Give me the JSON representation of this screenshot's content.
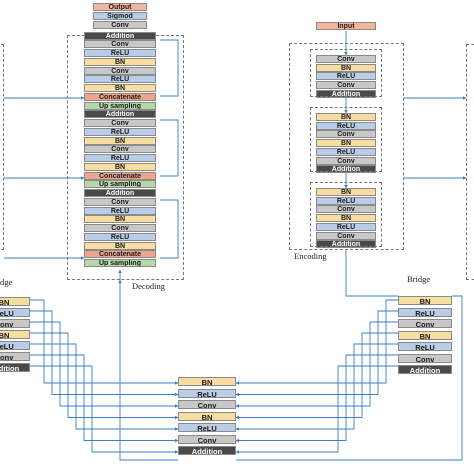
{
  "decoding": {
    "label": "Decoding",
    "stack": [
      "Output",
      "Sigmod",
      "Conv",
      "Addition",
      "Conv",
      "ReLU",
      "BN",
      "Conv",
      "ReLU",
      "BN",
      "Concatenate",
      "Up sampling",
      "Addition",
      "Conv",
      "ReLU",
      "BN",
      "Conv",
      "ReLU",
      "BN",
      "Concatenate",
      "Up sampling",
      "Addition",
      "Conv",
      "ReLU",
      "BN",
      "Conv",
      "ReLU",
      "BN",
      "Concatenate",
      "Up sampling"
    ]
  },
  "encoding": {
    "label": "Encoding",
    "input": "Input",
    "blocks": [
      [
        "Conv",
        "BN",
        "ReLU",
        "Conv",
        "Addition"
      ],
      [
        "BN",
        "ReLU",
        "Conv",
        "BN",
        "ReLU",
        "Conv",
        "Addition"
      ],
      [
        "BN",
        "ReLU",
        "Conv",
        "BN",
        "ReLU",
        "Conv",
        "Addition"
      ]
    ]
  },
  "bridge": {
    "label": "Bridge",
    "left_label": "dge",
    "center_stack": [
      "BN",
      "ReLU",
      "Conv",
      "BN",
      "ReLU",
      "Conv",
      "Addition"
    ],
    "right_stack": [
      "BN",
      "ReLU",
      "Conv",
      "BN",
      "ReLU",
      "Conv",
      "Addition"
    ],
    "left_stack": [
      "BN",
      "ReLU",
      "Conv",
      "BN",
      "ReLU",
      "Conv",
      "Addition"
    ]
  },
  "colors": {
    "BN": "#f7dea0",
    "ReLU": "#b9cde6",
    "Conv": "#c8c8c8",
    "Addition": "#4a4a4a",
    "Concatenate": "#f0a48a",
    "Up sampling": "#b6d7a8",
    "Input": "#f4b79b",
    "Output": "#f4b79b",
    "Sigmod": "#b9cde6",
    "wire": "#3a7fc1"
  }
}
